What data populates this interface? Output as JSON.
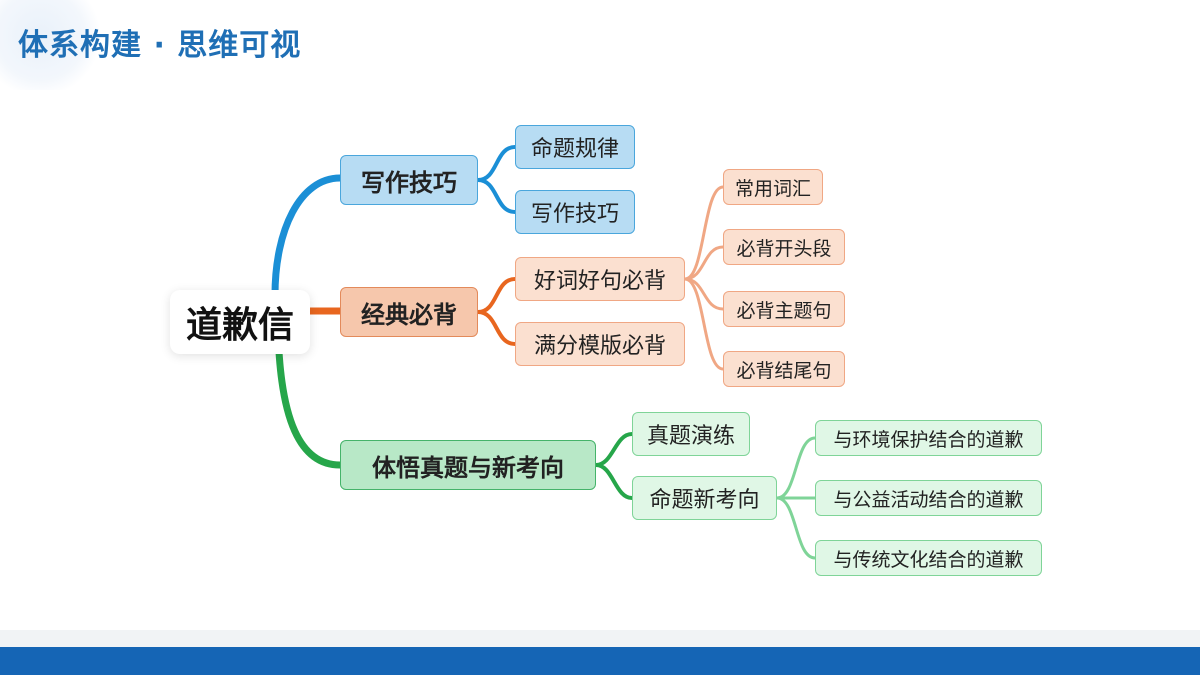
{
  "header": {
    "title": "体系构建 · 思维可视"
  },
  "mindmap": {
    "root": "道歉信",
    "colors": {
      "blue": "#1b8fd6",
      "orange": "#e8661f",
      "green": "#26a64a",
      "light_orange": "#f0a784",
      "light_green": "#7fd498"
    },
    "branches": [
      {
        "label": "写作技巧",
        "children": [
          {
            "label": "命题规律"
          },
          {
            "label": "写作技巧"
          }
        ]
      },
      {
        "label": "经典必背",
        "children": [
          {
            "label": "好词好句必背",
            "children": [
              "常用词汇",
              "必背开头段",
              "必背主题句",
              "必背结尾句"
            ]
          },
          {
            "label": "满分模版必背"
          }
        ]
      },
      {
        "label": "体悟真题与新考向",
        "children": [
          {
            "label": "真题演练"
          },
          {
            "label": "命题新考向",
            "children": [
              "与环境保护结合的道歉",
              "与公益活动结合的道歉",
              "与传统文化结合的道歉"
            ]
          }
        ]
      }
    ]
  }
}
